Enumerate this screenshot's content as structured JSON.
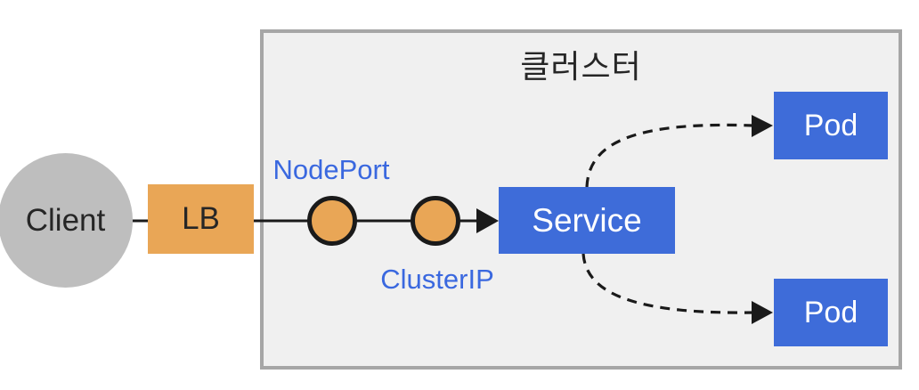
{
  "diagram": {
    "title": "클러스터",
    "nodes": {
      "client": {
        "label": "Client"
      },
      "lb": {
        "label": "LB"
      },
      "service": {
        "label": "Service"
      },
      "pod_top": {
        "label": "Pod"
      },
      "pod_bottom": {
        "label": "Pod"
      }
    },
    "port_labels": {
      "nodeport": {
        "label": "NodePort"
      },
      "clusterip": {
        "label": "ClusterIP"
      }
    }
  },
  "colors": {
    "orange": "#E9A656",
    "blue": "#3E6CD9",
    "label_blue": "#3A68DF",
    "gray_node": "#BEBEBE",
    "cluster_bg": "#F0F0F0",
    "cluster_border": "#A6A6A6",
    "line": "#1A1A1A",
    "text_dark": "#262626"
  }
}
